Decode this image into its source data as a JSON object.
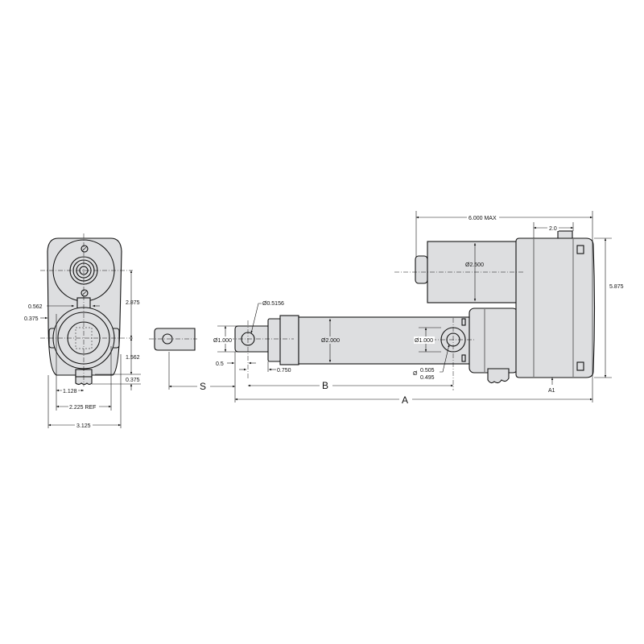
{
  "colors": {
    "part_fill": "#dddee0",
    "line": "#111111",
    "background": "#ffffff"
  },
  "end_view": {
    "dim_2875": "2.875",
    "dim_1562": "1.562",
    "dim_0375_bottom": "0.375",
    "dim_0562": "0.562",
    "dim_0375_left": "0.375",
    "dim_1128": "1.128",
    "dim_2225": "2.225 REF",
    "dim_3125": "3.125"
  },
  "side_view": {
    "dim_6000": "6.000 MAX",
    "dim_2_0": "2.0",
    "dim_5875": "5.875",
    "dia_2500": "Ø2.500",
    "dia_2000": "Ø2.000",
    "dia_1000_rod": "Ø1.000",
    "dia_0_5156": "Ø0.5156",
    "dim_0_5": "0.5",
    "dim_0_750": "0.750",
    "dia_1000_rear": "Ø1.000",
    "dia_symbol": "Ø",
    "tol_upper": "0.505",
    "tol_lower": "0.495",
    "label_a1": "A1",
    "label_s": "S",
    "label_b": "B",
    "label_a": "A"
  }
}
